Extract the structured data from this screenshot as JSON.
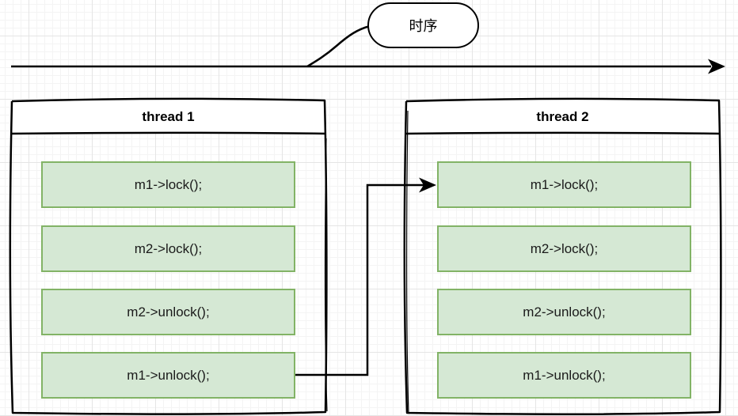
{
  "timeline": {
    "label": "时序"
  },
  "threads": [
    {
      "title": "thread 1",
      "steps": [
        "m1->lock();",
        "m2->lock();",
        "m2->unlock();",
        "m1->unlock();"
      ]
    },
    {
      "title": "thread 2",
      "steps": [
        "m1->lock();",
        "m2->lock();",
        "m2->unlock();",
        "m1->unlock();"
      ]
    }
  ],
  "connector": {
    "from": {
      "thread": "thread 1",
      "step": "m1->unlock();"
    },
    "to": {
      "thread": "thread 2",
      "step": "m1->lock();"
    }
  },
  "colors": {
    "step_fill": "#d5e8d4",
    "step_border": "#82b366",
    "stroke": "#000000",
    "grid_major": "#e5e5e5",
    "grid_minor": "#f4f4f4"
  }
}
